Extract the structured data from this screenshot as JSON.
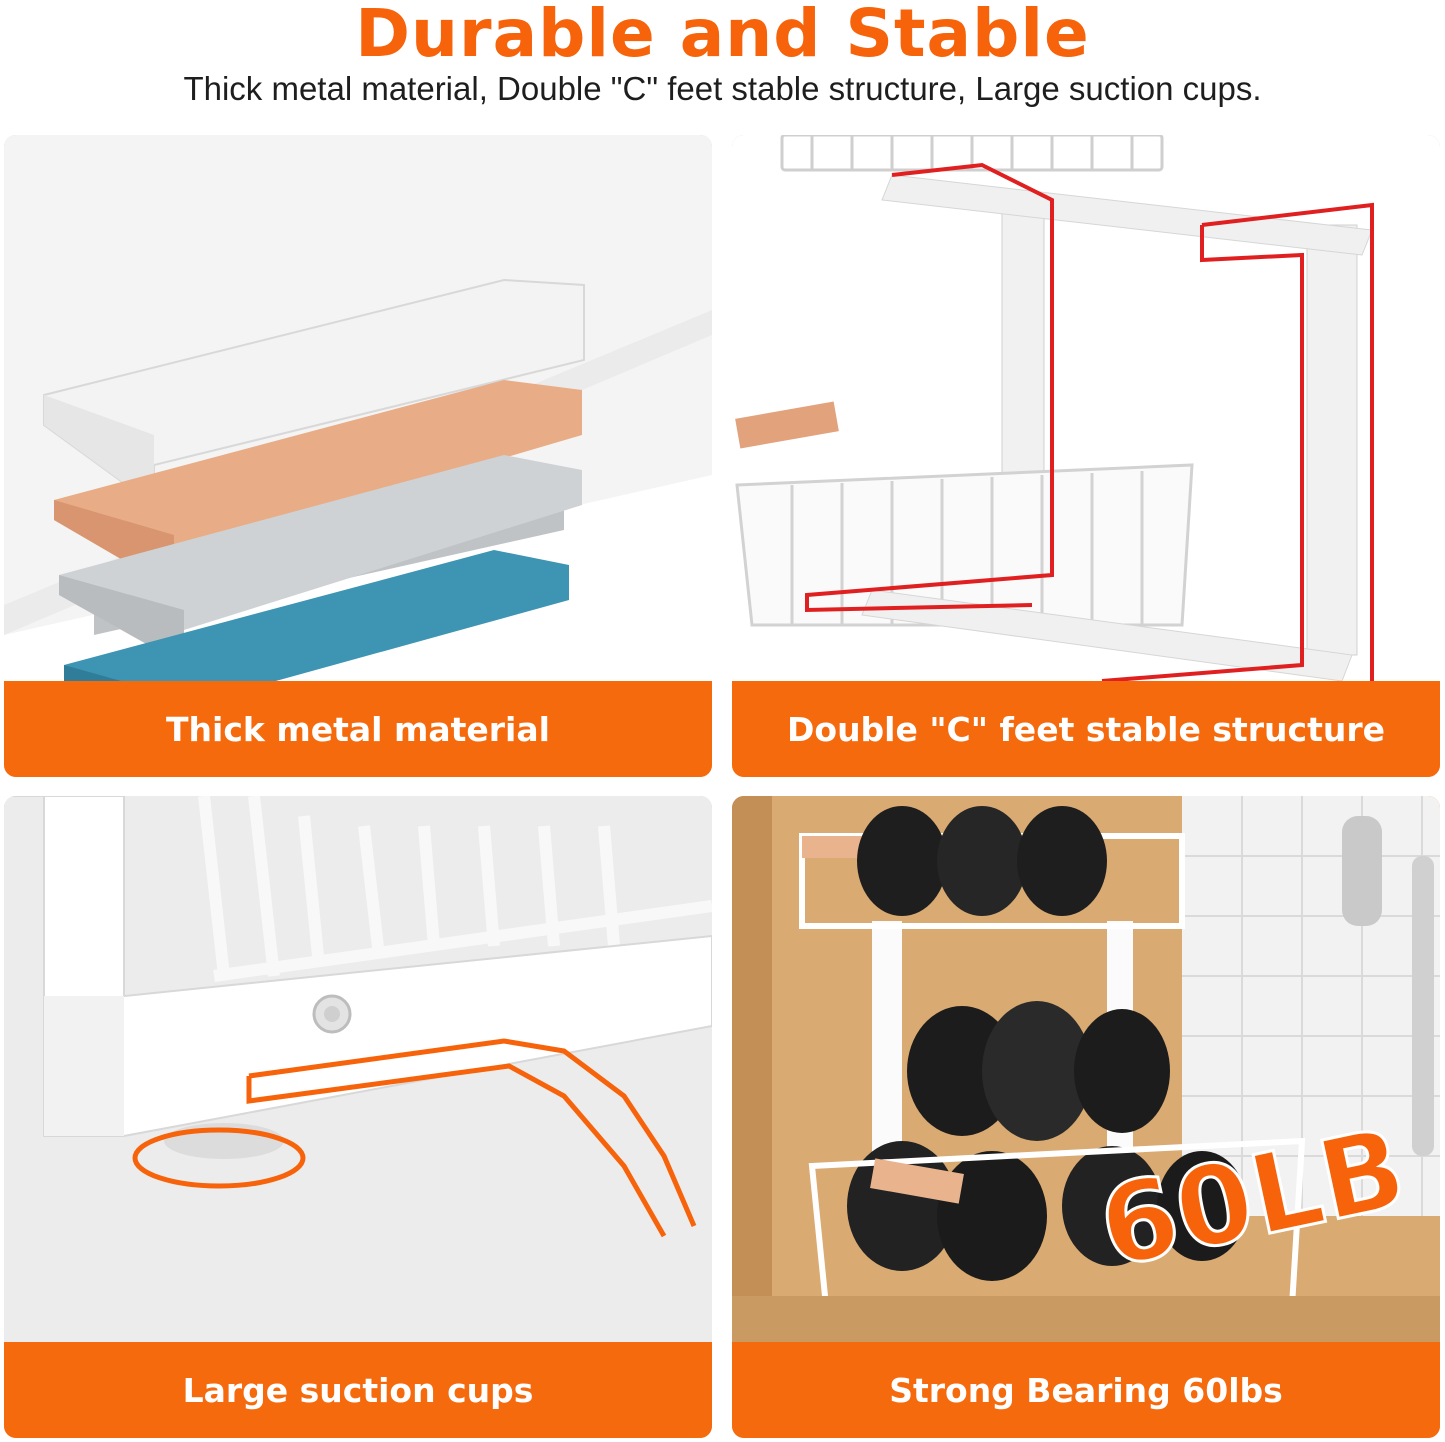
{
  "header": {
    "title": "Durable and Stable",
    "subtitle": "Thick metal material, Double \"C\" feet stable structure, Large suction cups."
  },
  "panels": [
    {
      "label": "Thick metal material"
    },
    {
      "label": "Double \"C\" feet stable structure"
    },
    {
      "label": "Large suction cups"
    },
    {
      "label": "Strong Bearing 60lbs",
      "badge": "60LB"
    }
  ],
  "colors": {
    "accent": "#f6630b",
    "banner": "#f66a0e",
    "highlight_red": "#e02020"
  }
}
